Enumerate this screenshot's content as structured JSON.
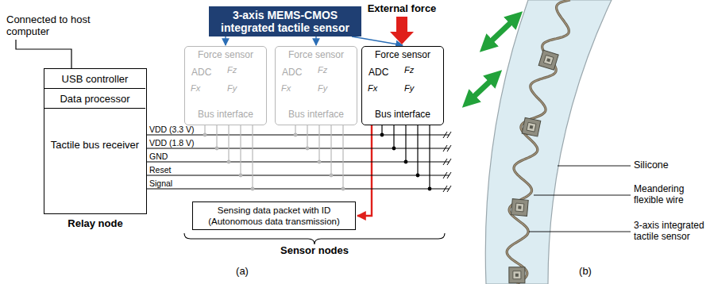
{
  "diagram": {
    "nodes": [
      {
        "text": [
          "Relay node"
        ]
      },
      {
        "text": [
          "USB controller"
        ],
        "in": 0
      },
      {
        "text": [
          "Data processor"
        ],
        "in": 0
      },
      {
        "text": [
          "Tactile bus receiver"
        ],
        "in": 0
      },
      {
        "text": [
          "3-axis MEMS-CMOS integrated tactile sensor"
        ]
      },
      {
        "text": [
          "Force sensor",
          "ADC",
          "Bus interface"
        ]
      },
      {
        "text": [
          "Force sensor",
          "ADC",
          "Bus interface"
        ]
      },
      {
        "text": [
          "Force sensor",
          "ADC",
          "Bus interface"
        ]
      },
      {
        "text": [
          "Sensing data packet with ID (Autonomous data transmission)"
        ]
      }
    ],
    "edges": [
      {
        "from": 4,
        "to": 5,
        "arrow": "to"
      },
      {
        "from": 4,
        "to": 6,
        "arrow": "to"
      },
      {
        "from": 4,
        "to": 7,
        "arrow": "to"
      },
      {
        "from": 7,
        "to": 8,
        "arrow": "to"
      }
    ],
    "labels": [
      "Connected to host computer",
      "VDD (3.3 V)",
      "VDD (1.8 V)",
      "GND",
      "Reset",
      "Signal",
      "External force",
      "Fz",
      "Fx",
      "Fy",
      "Fz",
      "Fx",
      "Fy",
      "Fz",
      "Fx",
      "Fy",
      "Sensor nodes",
      "(a)",
      "Silicone",
      "Meandering flexible wire",
      "3-axis integrated tactile sensor",
      "(b)"
    ]
  }
}
